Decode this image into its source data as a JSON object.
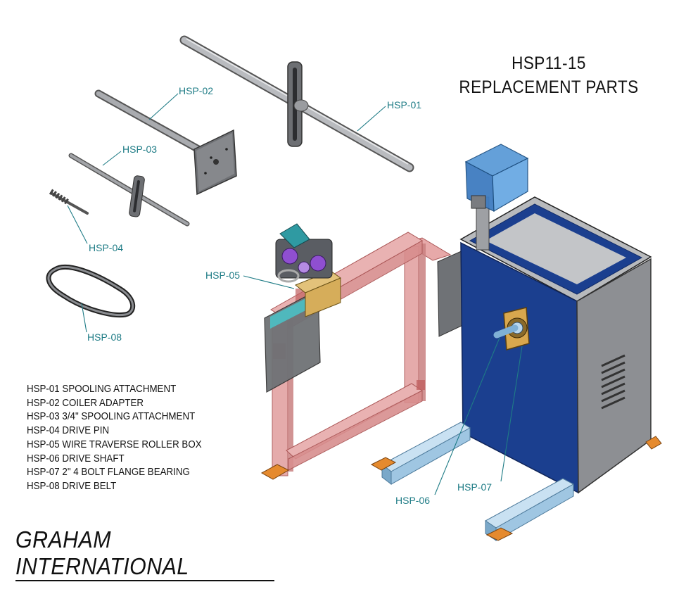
{
  "title": {
    "line1": "HSP11-15",
    "line2": "REPLACEMENT PARTS"
  },
  "callouts": {
    "hsp01": "HSP-01",
    "hsp02": "HSP-02",
    "hsp03": "HSP-03",
    "hsp04": "HSP-04",
    "hsp05": "HSP-05",
    "hsp06": "HSP-06",
    "hsp07": "HSP-07",
    "hsp08": "HSP-08"
  },
  "parts_list": [
    "HSP-01 SPOOLING ATTACHMENT",
    "HSP-02 COILER ADAPTER",
    "HSP-03 3/4\" SPOOLING ATTACHMENT",
    "HSP-04 DRIVE PIN",
    "HSP-05 WIRE TRAVERSE ROLLER BOX",
    "HSP-06 DRIVE SHAFT",
    "HSP-07 2\" 4 BOLT FLANGE BEARING",
    "HSP-08 DRIVE BELT"
  ],
  "brand": "GRAHAM INTERNATIONAL",
  "colors": {
    "callout_teal": "#1f7c86",
    "cabinet_blue": "#1b3f8f",
    "frame_red": "#d98a8a",
    "base_blue": "#a9cde6",
    "steel_gray": "#8d8f93",
    "foot_orange": "#e58a2e"
  }
}
